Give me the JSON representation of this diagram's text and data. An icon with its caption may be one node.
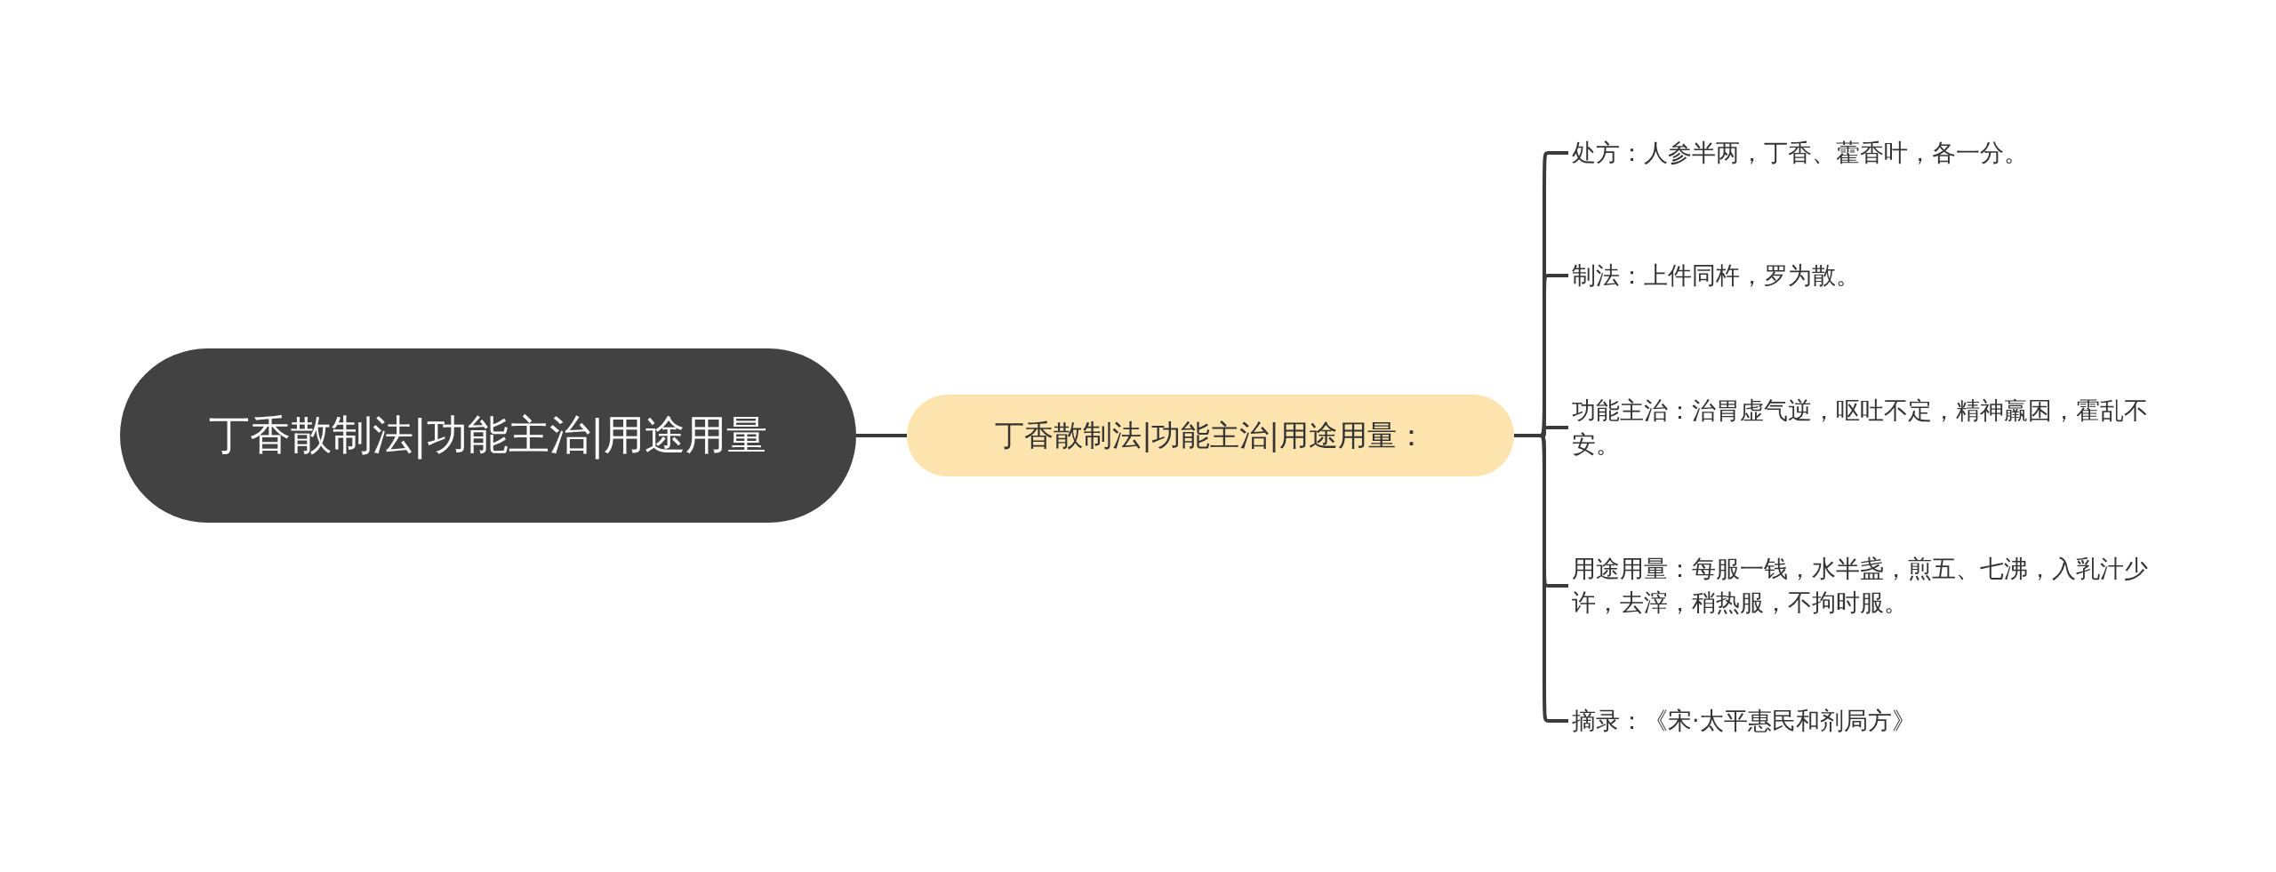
{
  "diagram": {
    "nodes": [
      {
        "text": [
          "丁香散制法|功能主治|用途用量"
        ]
      },
      {
        "text": [
          "丁香散制法|功能主治|用途用量："
        ]
      },
      {
        "text": [
          "处方：人参半两，丁香、藿香叶，各一分。"
        ]
      },
      {
        "text": [
          "制法：上件同杵，罗为散。"
        ]
      },
      {
        "text": [
          "功能主治：治胃虚气逆，呕吐不定，精神羸困，霍乱不安。"
        ]
      },
      {
        "text": [
          "用途用量：每服一钱，水半盏，煎五、七沸，入乳汁少许，去滓，稍热服，不拘时服。"
        ]
      },
      {
        "text": [
          "摘录：《宋·太平惠民和剂局方》"
        ]
      }
    ],
    "edges": [
      {
        "from": 0,
        "to": 1,
        "arrow": "none"
      },
      {
        "from": 1,
        "to": 2,
        "arrow": "none"
      },
      {
        "from": 1,
        "to": 3,
        "arrow": "none"
      },
      {
        "from": 1,
        "to": 4,
        "arrow": "none"
      },
      {
        "from": 1,
        "to": 5,
        "arrow": "none"
      },
      {
        "from": 1,
        "to": 6,
        "arrow": "none"
      }
    ]
  }
}
